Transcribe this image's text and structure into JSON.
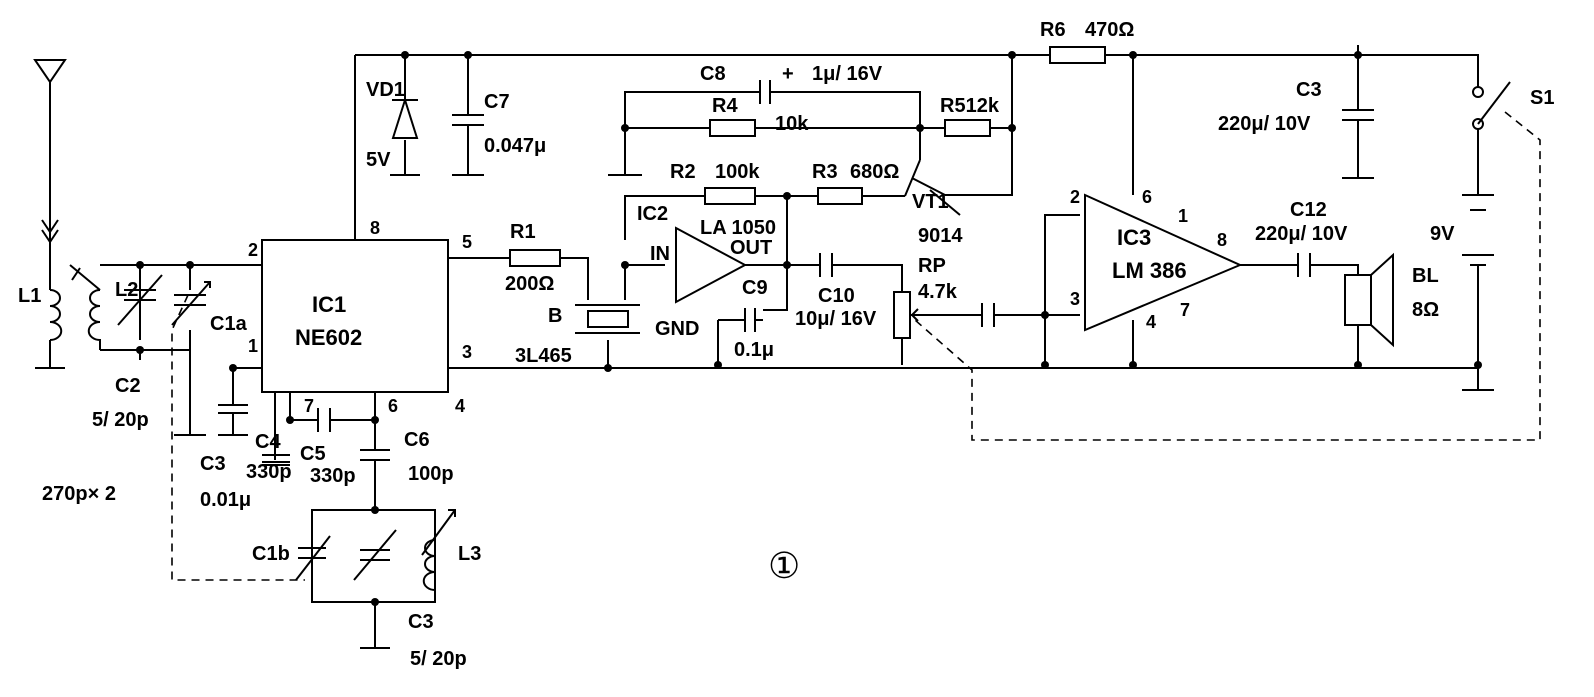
{
  "components": {
    "ic1": {
      "name": "IC1",
      "part": "NE602",
      "pins": [
        "8",
        "5",
        "2",
        "1",
        "3",
        "7",
        "6",
        "4"
      ]
    },
    "ic2": {
      "name": "IC2",
      "part": "LA 1050",
      "in": "IN",
      "out": "OUT",
      "gnd": "GND"
    },
    "ic3": {
      "name": "IC3",
      "part": "LM 386",
      "pins": [
        "6",
        "1",
        "8",
        "2",
        "3",
        "4",
        "7"
      ]
    },
    "vt1": {
      "name": "VT1",
      "part": "9014"
    },
    "vd1": {
      "name": "VD1",
      "value": "5V"
    },
    "r1": {
      "name": "R1",
      "value": "200Ω"
    },
    "r2": {
      "name": "R2",
      "value": "100k"
    },
    "r3": {
      "name": "R3",
      "value": "680Ω"
    },
    "r4": {
      "name": "R4",
      "value": "10k"
    },
    "r5": {
      "label": "R512k"
    },
    "r6": {
      "name": "R6",
      "value": "470Ω"
    },
    "rp": {
      "name": "RP",
      "value": "4.7k"
    },
    "c1a": {
      "name": "C1a"
    },
    "c1b": {
      "name": "C1b"
    },
    "c1_value": "270p× 2",
    "c2": {
      "name": "C2",
      "value": "5/ 20p"
    },
    "c3_a": {
      "name": "C3",
      "value": "0.01μ"
    },
    "c3_b": {
      "name": "C3",
      "value": "5/ 20p"
    },
    "c3_c": {
      "name": "C3",
      "value": "220μ/ 10V"
    },
    "c4": {
      "name": "C4",
      "value": "330p"
    },
    "c5": {
      "name": "C5",
      "value": "330p"
    },
    "c6": {
      "name": "C6",
      "value": "100p"
    },
    "c7": {
      "name": "C7",
      "value": "0.047μ"
    },
    "c8": {
      "name": "C8",
      "value": "1μ/ 16V",
      "plus": "+"
    },
    "c9": {
      "name": "C9",
      "value": "0.1μ"
    },
    "c10": {
      "name": "C10",
      "value": "10μ/ 16V"
    },
    "c12": {
      "name": "C12",
      "value": "220μ/ 10V"
    },
    "l1": {
      "name": "L1"
    },
    "l2": {
      "name": "L2"
    },
    "l3": {
      "name": "L3"
    },
    "b": {
      "name": "B",
      "value": "3L465"
    },
    "s1": {
      "name": "S1"
    },
    "battery": {
      "value": "9V"
    },
    "bl": {
      "name": "BL",
      "value": "8Ω"
    },
    "plus_sign": "+"
  },
  "figure_number": "①"
}
